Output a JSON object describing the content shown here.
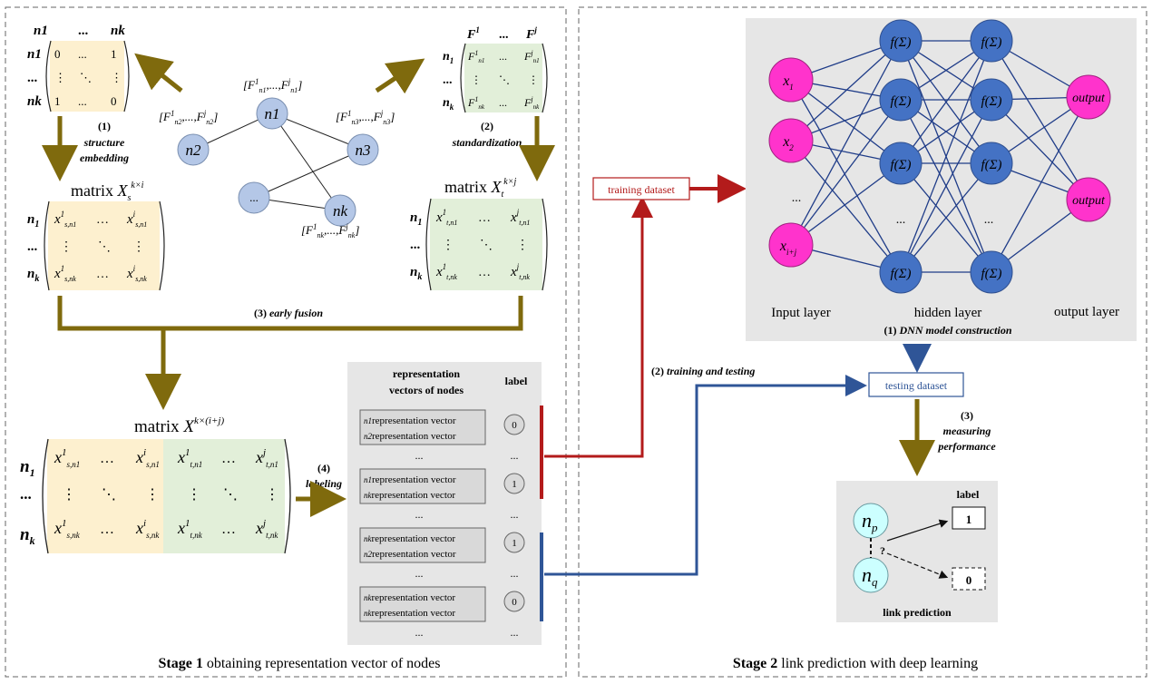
{
  "stage1": {
    "caption_bold": "Stage 1",
    "caption_rest": " obtaining representation vector of nodes",
    "step1_num": "(1)",
    "step1_line1": "structure",
    "step1_line2": "embedding",
    "step2_num": "(2)",
    "step2_label": "standardization",
    "step3": "(3) early fusion",
    "step4_num": "(4)",
    "step4_label": "labeling",
    "matrix_word": "matrix",
    "adj_cols": [
      "n1",
      "...",
      "nk"
    ],
    "adj_rows": [
      "n1",
      "...",
      "nk"
    ],
    "adj_cells": [
      "0",
      "...",
      "1",
      "⋮",
      "⋱",
      "⋮",
      "1",
      "...",
      "0"
    ],
    "feat_cols": [
      "F1",
      "...",
      "Fj"
    ],
    "graph_nodes": [
      "n1",
      "n2",
      "n3",
      "...",
      "nk"
    ],
    "label_header": "label",
    "repr_header_line1": "representation",
    "repr_header_line2": "vectors of nodes",
    "repr_suffix": "representation vector",
    "repr_groups": [
      {
        "lines": [
          "n1",
          "n2"
        ],
        "label": "0"
      },
      {
        "lines": [
          "n1",
          "nk"
        ],
        "label": "1"
      },
      {
        "lines": [
          "nk",
          "n2"
        ],
        "label": "1"
      },
      {
        "lines": [
          "nk",
          "nk"
        ],
        "label": "0"
      }
    ],
    "ellipsis": "..."
  },
  "stage2": {
    "caption_bold": "Stage 2",
    "caption_rest": " link prediction with deep learning",
    "training_dataset": "training dataset",
    "testing_dataset": "testing dataset",
    "training_testing": "(2) training and testing",
    "dnn_caption": "(1) DNN model construction",
    "input_layer": "Input layer",
    "hidden_layer": "hidden layer",
    "output_layer": "output layer",
    "output_node": "output",
    "neuron": "f(Σ)",
    "measuring_num": "(3)",
    "measuring_line1": "measuring",
    "measuring_line2": "performance",
    "link_prediction": "link prediction",
    "link_label_header": "label",
    "link_label_1": "1",
    "link_label_0": "0",
    "link_question": "?",
    "input_x1": "x",
    "input_x2": "x",
    "input_xn": "x",
    "input_x1_sub": "1",
    "input_x2_sub": "2",
    "input_xn_sub": "i+j",
    "np": "n",
    "np_sub": "p",
    "nq": "n",
    "nq_sub": "q"
  },
  "colors": {
    "olive": "#7f6a0d",
    "red": "#b31b1b",
    "blue": "#2f5597",
    "node_blue": "#b4c7e7",
    "neuron_blue": "#4472c4",
    "magenta": "#ff33cc",
    "yellow_fill": "#fdf0cf",
    "green_fill": "#e2efd9",
    "cyan_node": "#ccffff",
    "gray_panel": "#e6e6e6"
  }
}
